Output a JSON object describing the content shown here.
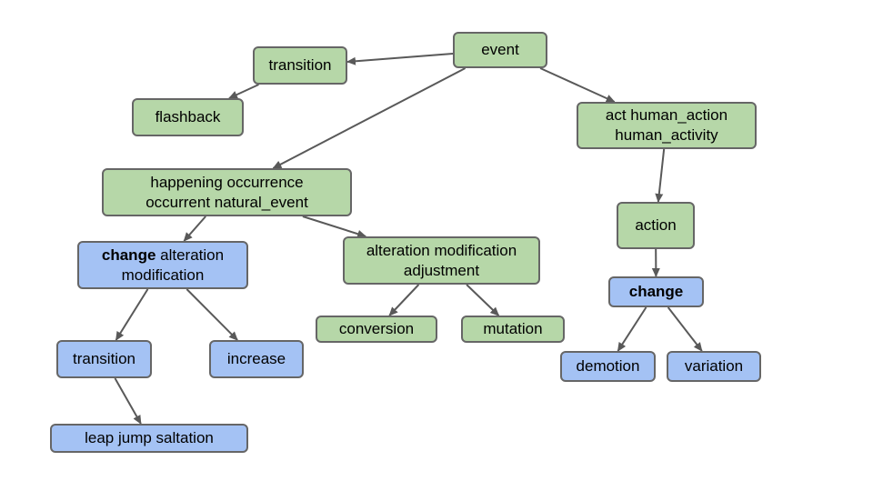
{
  "colors": {
    "green_fill": "#b6d7a8",
    "blue_fill": "#a4c2f4",
    "border": "#666666",
    "edge": "#595959"
  },
  "nodes": {
    "event": {
      "text": "event",
      "color": "green"
    },
    "transition_top": {
      "text": "transition",
      "color": "green"
    },
    "flashback": {
      "text": "flashback",
      "color": "green"
    },
    "act": {
      "line1": "act human_action",
      "line2": "human_activity",
      "color": "green"
    },
    "happening": {
      "line1": "happening occurrence",
      "line2": "occurrent natural_event",
      "color": "green"
    },
    "change_left": {
      "bold": "change",
      "rest": " alteration",
      "line2": "modification",
      "color": "blue"
    },
    "alteration": {
      "line1": "alteration modification",
      "line2": "adjustment",
      "color": "green"
    },
    "conversion": {
      "text": "conversion",
      "color": "green"
    },
    "mutation": {
      "text": "mutation",
      "color": "green"
    },
    "transition_blue": {
      "text": "transition",
      "color": "blue"
    },
    "increase": {
      "text": "increase",
      "color": "blue"
    },
    "leap": {
      "text": "leap jump saltation",
      "color": "blue"
    },
    "action": {
      "text": "action",
      "color": "green"
    },
    "change_right": {
      "bold": "change",
      "color": "blue"
    },
    "demotion": {
      "text": "demotion",
      "color": "blue"
    },
    "variation": {
      "text": "variation",
      "color": "blue"
    }
  },
  "edges": [
    {
      "from": "event",
      "to": "transition_top"
    },
    {
      "from": "transition_top",
      "to": "flashback"
    },
    {
      "from": "event",
      "to": "happening"
    },
    {
      "from": "event",
      "to": "act"
    },
    {
      "from": "happening",
      "to": "change_left"
    },
    {
      "from": "happening",
      "to": "alteration"
    },
    {
      "from": "change_left",
      "to": "transition_blue"
    },
    {
      "from": "change_left",
      "to": "increase"
    },
    {
      "from": "transition_blue",
      "to": "leap"
    },
    {
      "from": "alteration",
      "to": "conversion"
    },
    {
      "from": "alteration",
      "to": "mutation"
    },
    {
      "from": "act",
      "to": "action"
    },
    {
      "from": "action",
      "to": "change_right"
    },
    {
      "from": "change_right",
      "to": "demotion"
    },
    {
      "from": "change_right",
      "to": "variation"
    }
  ]
}
